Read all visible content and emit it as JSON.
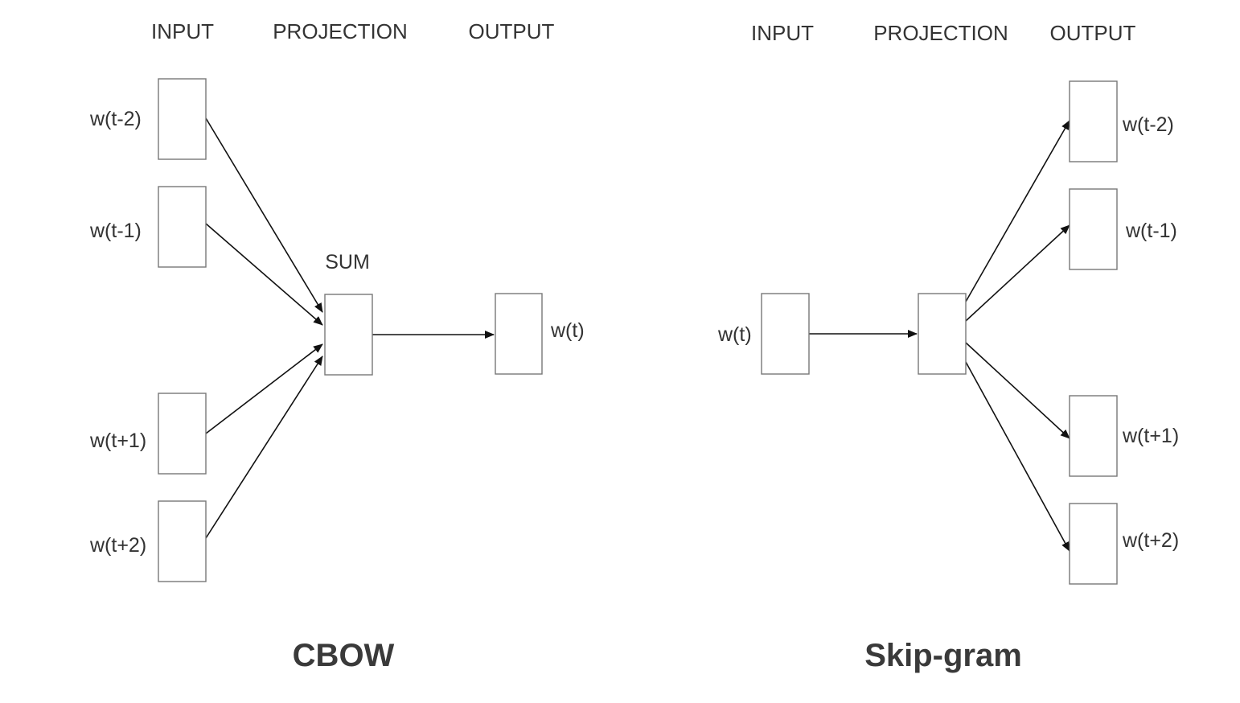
{
  "cbow": {
    "title": "CBOW",
    "headers": {
      "input": "INPUT",
      "projection": "PROJECTION",
      "output": "OUTPUT"
    },
    "projection_label": "SUM",
    "inputs": [
      "w(t-2)",
      "w(t-1)",
      "w(t+1)",
      "w(t+2)"
    ],
    "output": "w(t)"
  },
  "skipgram": {
    "title": "Skip-gram",
    "headers": {
      "input": "INPUT",
      "projection": "PROJECTION",
      "output": "OUTPUT"
    },
    "input": "w(t)",
    "outputs": [
      "w(t-2)",
      "w(t-1)",
      "w(t+1)",
      "w(t+2)"
    ]
  }
}
